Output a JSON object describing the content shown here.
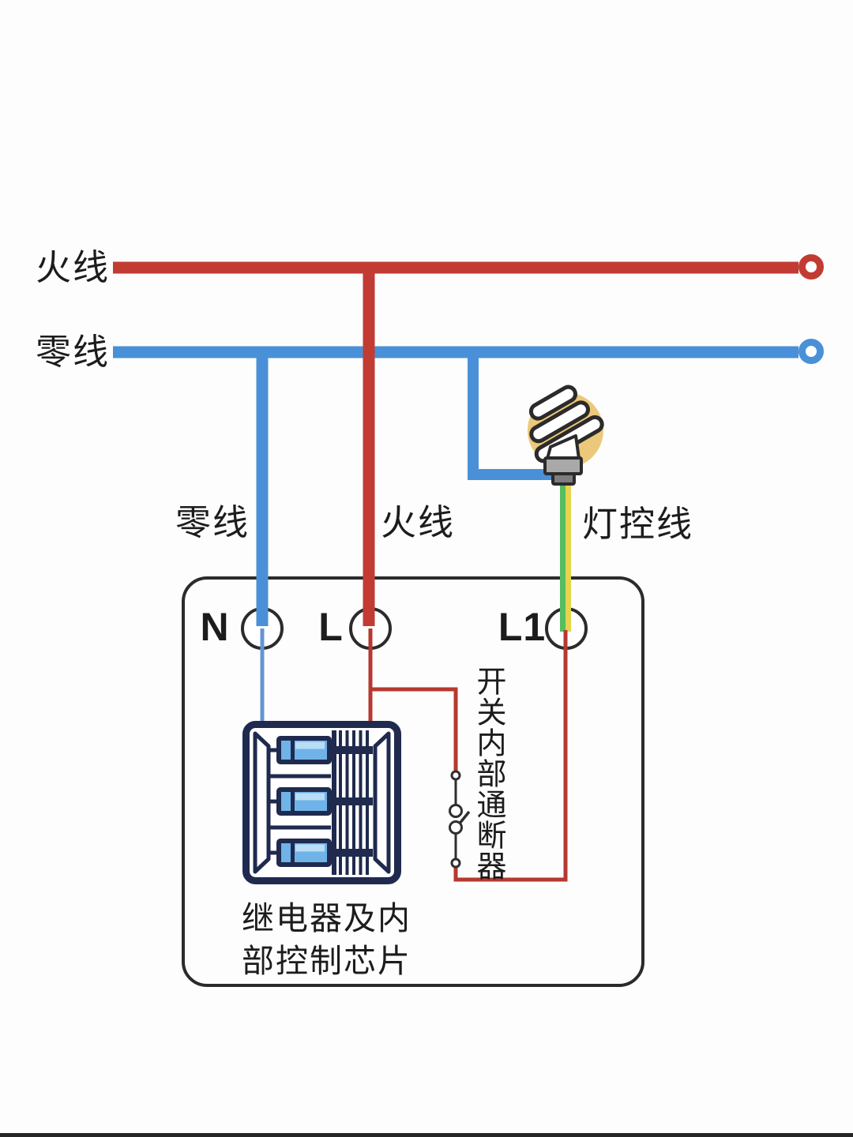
{
  "diagram": {
    "type": "wiring-diagram",
    "colors": {
      "page_background": "#fdfdfd",
      "live_wire": "#c23b33",
      "neutral_wire": "#4a90d8",
      "live_wire_thin": "#b6392f",
      "neutral_wire_thin": "#6495d2",
      "lamp_wire_green": "#57bd5f",
      "lamp_wire_yellow": "#e6d44e",
      "bulb_glow": "#ecc87a",
      "bulb_base_light": "#a9a9a9",
      "bulb_base_dark": "#7d7d7d",
      "relay_navy": "#1f2a4e",
      "relay_blue": "#6fb3e8",
      "relay_blue_highlight": "#b9ddf6",
      "box_border": "#2b2b2b",
      "switch_contact": "#2f2f2f",
      "label_text": "#1c1c1c",
      "bottom_bar": "#262626"
    },
    "bus_lines": {
      "live_label": "火线",
      "neutral_label": "零线"
    },
    "branch_labels": {
      "neutral": "零线",
      "live": "火线",
      "lamp_control": "灯控线"
    },
    "switch_box": {
      "terminals": [
        {
          "id": "N",
          "label": "N"
        },
        {
          "id": "L",
          "label": "L"
        },
        {
          "id": "L1",
          "label": "L1"
        }
      ],
      "internal_switch_label": "开关内部通断器",
      "relay_caption": [
        "继电器及内",
        "部控制芯片"
      ]
    },
    "icons": {
      "bulb": "cfl-bulb-icon",
      "relay": "relay-and-control-chip-icon",
      "switch": "switch-contacts-symbol",
      "wire_end": "wire-end-ring"
    }
  }
}
